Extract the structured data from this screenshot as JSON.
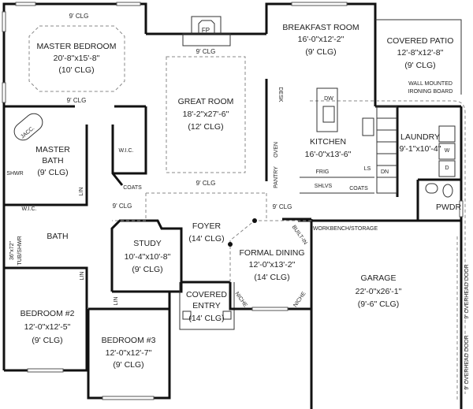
{
  "plan": {
    "master_bedroom": {
      "name": "MASTER BEDROOM",
      "size": "20'-8\"x15'-8\"",
      "ceiling": "(10' CLG)",
      "ceil_top": "9' CLG",
      "ceil_bottom": "9' CLG"
    },
    "fireplace": {
      "label": "FP",
      "ceiling": "9' CLG"
    },
    "great_room": {
      "name": "GREAT ROOM",
      "size": "18'-2\"x27'-6\"",
      "ceiling": "(12' CLG)",
      "ceil_bottom": "9' CLG"
    },
    "master_bath": {
      "name1": "MASTER",
      "name2": "BATH",
      "ceiling": "(9' CLG)",
      "jacc": "JACC.",
      "shwr": "SHWR",
      "lin": "LIN",
      "wic": "W.I.C."
    },
    "wic": {
      "label": "W.I.C.",
      "coats": "COATS",
      "ceiling": "9' CLG"
    },
    "breakfast_room": {
      "name": "BREAKFAST ROOM",
      "size": "16'-0\"x12'-2\"",
      "ceiling": "(9' CLG)"
    },
    "covered_patio": {
      "name": "COVERED PATIO",
      "size": "12'-8\"x12'-8\"",
      "ceiling": "(9' CLG)",
      "note1": "WALL MOUNTED",
      "note2": "IRONING BOARD"
    },
    "kitchen": {
      "name": "KITCHEN",
      "size": "16'-0\"x13'-6\"",
      "desk": "DESK",
      "dw": "DW",
      "oven": "OVEN",
      "pantry": "PANTRY",
      "frig": "FRIG",
      "ls": "LS",
      "dn": "DN",
      "shlvs": "SHLVS",
      "coats": "COATS",
      "ceiling": "9' CLG",
      "workbench": "WORKBENCH/STORAGE",
      "built_in": "BUILT-IN"
    },
    "laundry": {
      "name": "LAUNDRY",
      "size": "9'-1\"x10'-4\"",
      "w": "W",
      "d": "D",
      "pwdr": "PWDR"
    },
    "foyer": {
      "name": "FOYER",
      "ceiling": "(14' CLG)"
    },
    "study": {
      "name": "STUDY",
      "size": "10'-4\"x10'-8\"",
      "ceiling": "(9' CLG)"
    },
    "bath": {
      "name": "BATH",
      "tub1": "36\"x72\"",
      "tub2": "TUB/SHWR"
    },
    "formal_dining": {
      "name": "FORMAL DINING",
      "size": "12'-0\"x13'-2\"",
      "ceiling": "(14' CLG)",
      "niche": "NICHE"
    },
    "covered_entry": {
      "name1": "COVERED",
      "name2": "ENTRY",
      "ceiling": "(14' CLG)"
    },
    "bedroom2": {
      "name": "BEDROOM #2",
      "size": "12'-0\"x12'-5\"",
      "ceiling": "(9' CLG)",
      "lin": "LIN"
    },
    "bedroom3": {
      "name": "BEDROOM #3",
      "size": "12'-0\"x12'-7\"",
      "ceiling": "(9' CLG)",
      "lin": "LIN"
    },
    "garage": {
      "name": "GARAGE",
      "size": "22'-0\"x26'-1\"",
      "ceiling": "(9'-6\" CLG)",
      "door": "9' OVERHEAD DOOR"
    }
  }
}
